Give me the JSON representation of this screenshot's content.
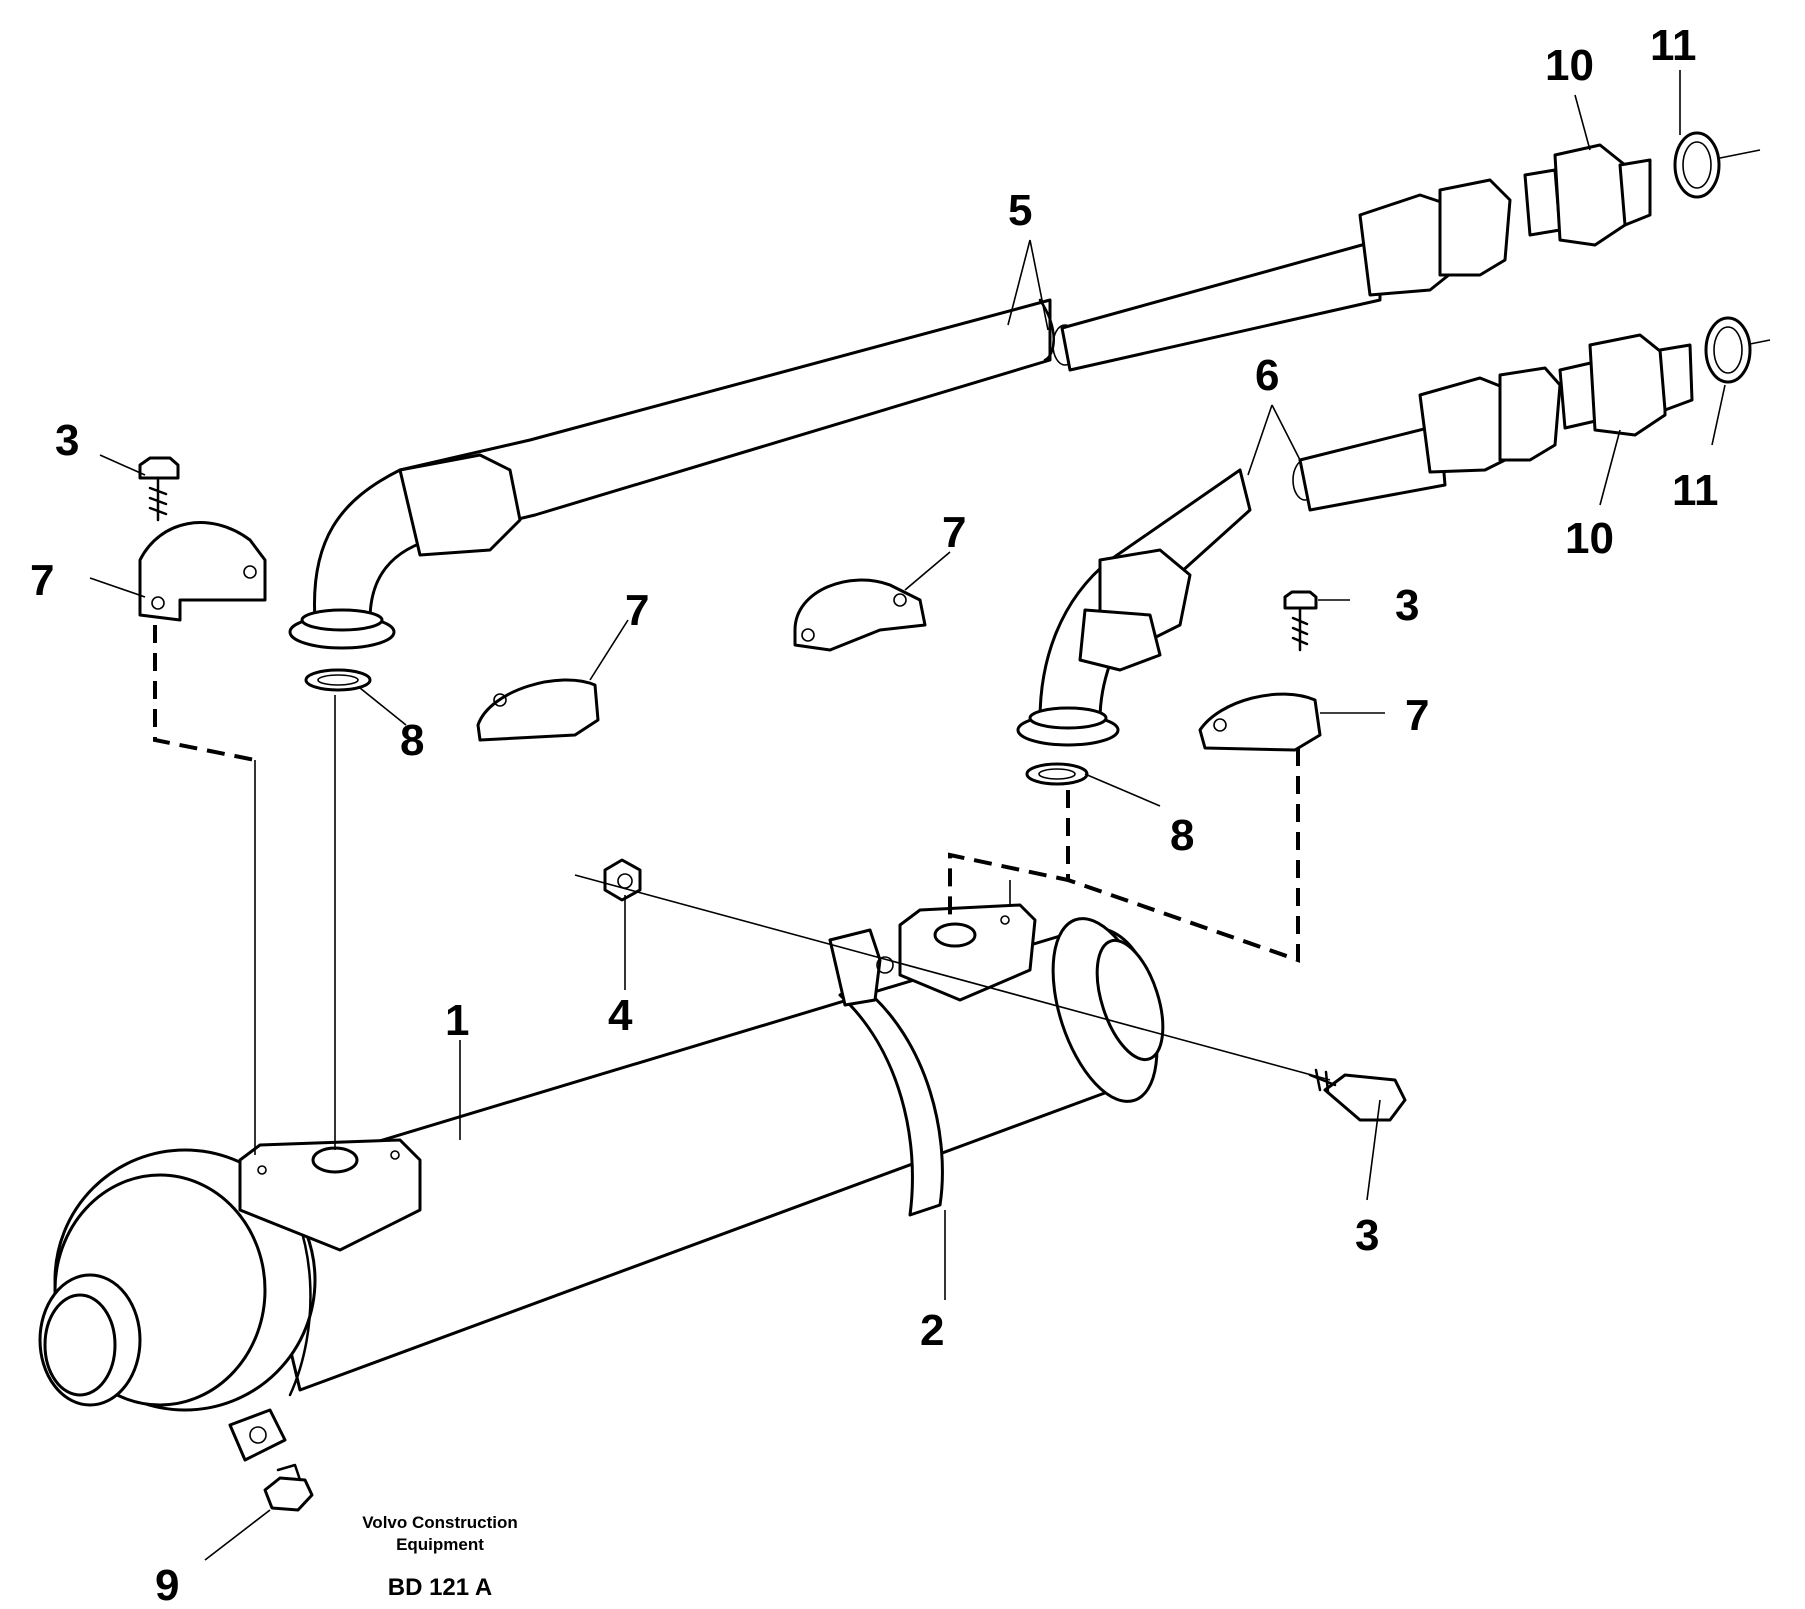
{
  "diagram": {
    "callouts": [
      {
        "id": "c1",
        "text": "1"
      },
      {
        "id": "c2",
        "text": "2"
      },
      {
        "id": "c3a",
        "text": "3"
      },
      {
        "id": "c3b",
        "text": "3"
      },
      {
        "id": "c3c",
        "text": "3"
      },
      {
        "id": "c4",
        "text": "4"
      },
      {
        "id": "c5",
        "text": "5"
      },
      {
        "id": "c6",
        "text": "6"
      },
      {
        "id": "c7a",
        "text": "7"
      },
      {
        "id": "c7b",
        "text": "7"
      },
      {
        "id": "c7c",
        "text": "7"
      },
      {
        "id": "c7d",
        "text": "7"
      },
      {
        "id": "c8a",
        "text": "8"
      },
      {
        "id": "c8b",
        "text": "8"
      },
      {
        "id": "c9",
        "text": "9"
      },
      {
        "id": "c10a",
        "text": "10"
      },
      {
        "id": "c10b",
        "text": "10"
      },
      {
        "id": "c11a",
        "text": "11"
      },
      {
        "id": "c11b",
        "text": "11"
      }
    ],
    "credit_line1": "Volvo Construction",
    "credit_line2": "Equipment",
    "drawing_code": "BD 121 A"
  }
}
